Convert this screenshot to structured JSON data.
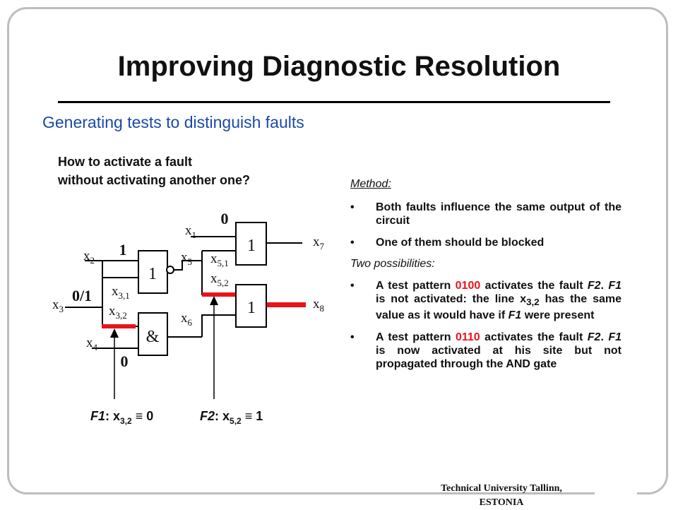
{
  "title": "Improving Diagnostic Resolution",
  "subtitle": "Generating tests to distinguish faults",
  "question": {
    "line1": "How to activate a fault",
    "line2": "without activating another one?"
  },
  "method": {
    "heading": "Method:",
    "bullets": [
      "Both faults influence the same output of the circuit",
      "One of them should be blocked"
    ],
    "subheading": "Two possibilities:",
    "bullet_glyph": "•",
    "possibility1": {
      "pre": "A test pattern ",
      "pattern": "0100",
      "mid1": " activates the fault ",
      "f2": "F2",
      "mid2": ". ",
      "f1": "F1",
      "mid3": " is not activated: the line x",
      "sub": "3,2",
      "mid4": " has the same value as it would have if ",
      "f1b": "F1",
      "post": " were present"
    },
    "possibility2": {
      "pre": "A test pattern ",
      "pattern": "0110",
      "mid1": " activates the fault ",
      "f2": "F2",
      "mid2": ". ",
      "f1": "F1",
      "post": " is now activated at his site but not propagated through the AND gate"
    }
  },
  "circuit": {
    "inputs": {
      "x1": {
        "base": "x",
        "sub": "1"
      },
      "x2": {
        "base": "x",
        "sub": "2"
      },
      "x3": {
        "base": "x",
        "sub": "3"
      },
      "x4": {
        "base": "x",
        "sub": "4"
      },
      "x5": {
        "base": "x",
        "sub": "5"
      },
      "x6": {
        "base": "x",
        "sub": "6"
      }
    },
    "branches": {
      "x31": {
        "base": "x",
        "sub": "3,1"
      },
      "x32": {
        "base": "x",
        "sub": "3,2"
      },
      "x51": {
        "base": "x",
        "sub": "5,1"
      },
      "x52": {
        "base": "x",
        "sub": "5,2"
      }
    },
    "outputs": {
      "x7": {
        "base": "x",
        "sub": "7"
      },
      "x8": {
        "base": "x",
        "sub": "8"
      }
    },
    "gates": {
      "or_inv": "1",
      "and": "&",
      "or_top": "1",
      "or_bottom": "1"
    },
    "values": {
      "x1": "0",
      "x2": "1",
      "x3": "0/1",
      "x4": "0"
    },
    "colors": {
      "fault_line": "#e8141b"
    }
  },
  "faults": {
    "f1": {
      "name": "F1",
      "sep": ": x",
      "sub": "3,2",
      "equiv": " ≡ 0"
    },
    "f2": {
      "name": "F2",
      "sep": ": x",
      "sub": "5,2",
      "equiv": " ≡ 1"
    }
  },
  "footer": {
    "line1": "Technical University Tallinn,",
    "line2": "ESTONIA"
  }
}
